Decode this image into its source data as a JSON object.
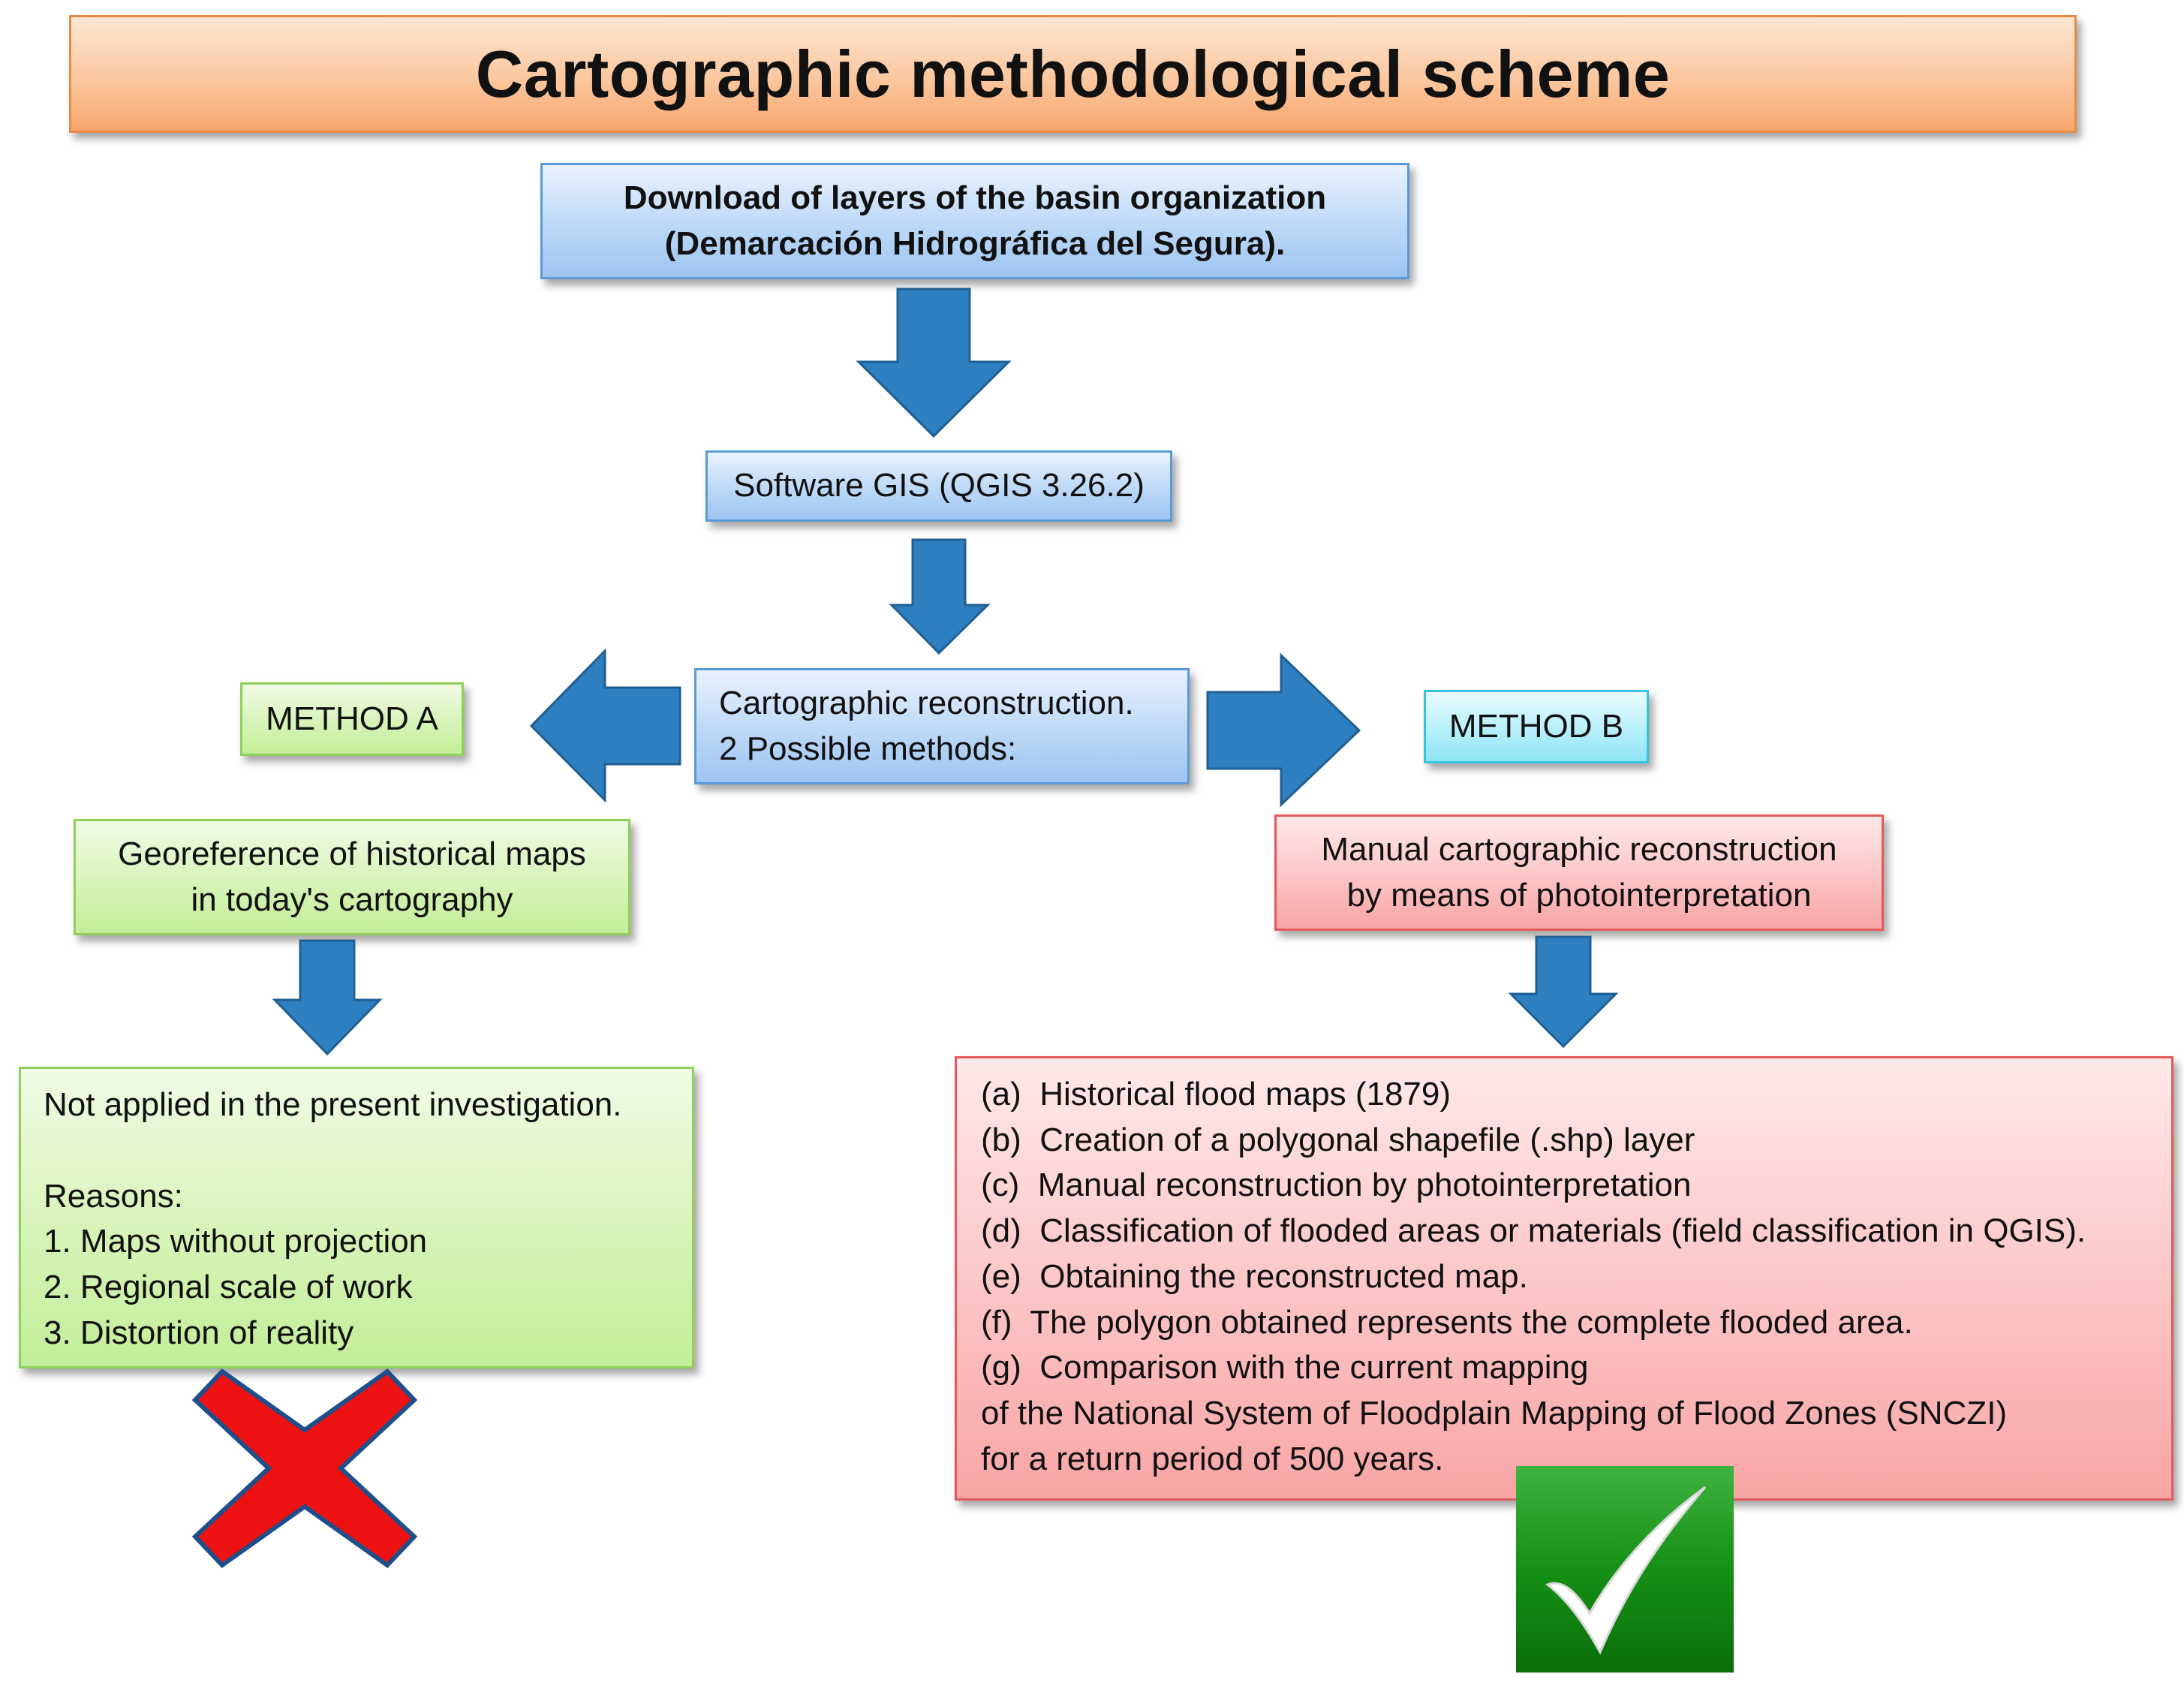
{
  "title": "Cartographic methodological scheme",
  "download_box": {
    "lines": [
      "Download of layers of the basin organization",
      "(Demarcación Hidrográfica del Segura)."
    ]
  },
  "software_box": {
    "text": "Software GIS (QGIS 3.26.2)"
  },
  "reconstruction_box": {
    "lines": [
      "Cartographic reconstruction.",
      "2 Possible methods:"
    ]
  },
  "method_a": {
    "label": "METHOD A",
    "description_lines": [
      "Georeference of historical maps",
      "in today's cartography"
    ],
    "result": {
      "heading": "Not applied in the present investigation.",
      "reasons_label": "Reasons:",
      "reasons": [
        "1. Maps without projection",
        "2. Regional scale of work",
        "3. Distortion of reality"
      ]
    },
    "verdict_icon": "red-x-icon"
  },
  "method_b": {
    "label": "METHOD B",
    "description_lines": [
      "Manual cartographic reconstruction",
      "by means of photointerpretation"
    ],
    "steps": [
      "(a)  Historical flood maps (1879)",
      "(b)  Creation of a polygonal shapefile (.shp) layer",
      "(c)  Manual reconstruction by photointerpretation",
      "(d)  Classification of flooded areas or materials (field classification in QGIS).",
      "(e)  Obtaining the reconstructed map.",
      "(f)  The polygon obtained represents the complete flooded area.",
      "(g)  Comparison with the current mapping",
      "of the National System of Floodplain Mapping of Flood Zones (SNCZI)",
      "for a return period of 500 years."
    ],
    "verdict_icon": "green-check-icon"
  },
  "colors": {
    "arrow_fill": "#2e7fc0",
    "arrow_stroke": "#1f5f93",
    "title_bg": "#fbc79e",
    "blue_box": "#bcd8f7",
    "green_box": "#d6f4b8",
    "cyan_box": "#b7f0fb",
    "red_box": "#fcc4c4",
    "x_fill": "#ee1111",
    "check_bg": "#1a8a1a"
  }
}
